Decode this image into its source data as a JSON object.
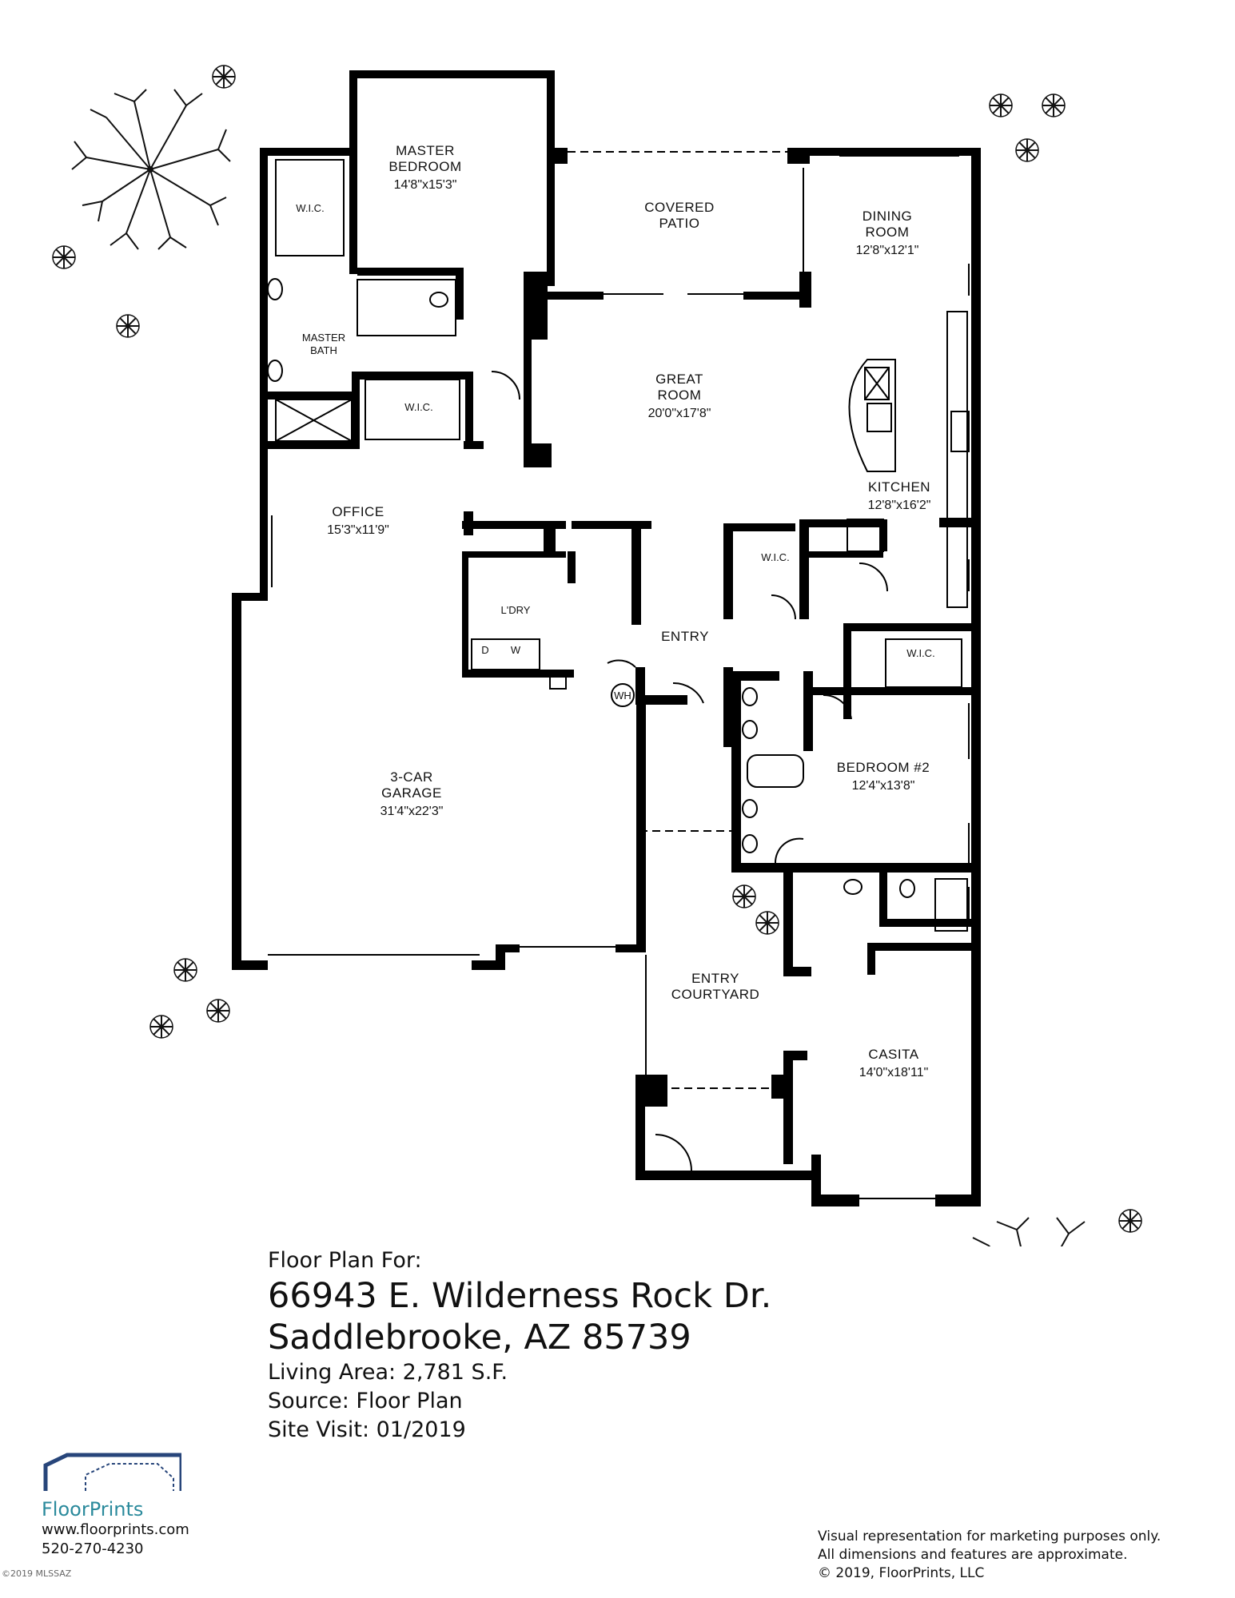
{
  "rooms": {
    "master_bedroom": {
      "name_line1": "MASTER",
      "name_line2": "BEDROOM",
      "dims": "14'8\"x15'3\""
    },
    "wic_master": {
      "name": "W.I.C."
    },
    "master_bath": {
      "name_line1": "MASTER",
      "name_line2": "BATH"
    },
    "wic_bath": {
      "name": "W.I.C."
    },
    "covered_patio": {
      "name_line1": "COVERED",
      "name_line2": "PATIO"
    },
    "dining_room": {
      "name_line1": "DINING",
      "name_line2": "ROOM",
      "dims": "12'8\"x12'1\""
    },
    "great_room": {
      "name_line1": "GREAT",
      "name_line2": "ROOM",
      "dims": "20'0\"x17'8\""
    },
    "kitchen": {
      "name": "KITCHEN",
      "dims": "12'8\"x16'2\""
    },
    "office": {
      "name": "OFFICE",
      "dims": "15'3\"x11'9\""
    },
    "laundry": {
      "name": "L'DRY",
      "dryer": "D",
      "washer": "W"
    },
    "wic_hall": {
      "name": "W.I.C."
    },
    "entry": {
      "name": "ENTRY"
    },
    "water_heater": {
      "name": "WH"
    },
    "wic_bed2": {
      "name": "W.I.C."
    },
    "garage": {
      "name_line1": "3-CAR",
      "name_line2": "GARAGE",
      "dims": "31'4\"x22'3\""
    },
    "bedroom2": {
      "name": "BEDROOM #2",
      "dims": "12'4\"x13'8\""
    },
    "entry_courtyard": {
      "name_line1": "ENTRY",
      "name_line2": "COURTYARD"
    },
    "casita": {
      "name": "CASITA",
      "dims": "14'0\"x18'11\""
    }
  },
  "info": {
    "lead": "Floor Plan For:",
    "address_line1": "66943 E. Wilderness Rock Dr.",
    "address_line2": "Saddlebrooke, AZ  85739",
    "living_area": "Living Area:  2,781 S.F.",
    "source": "Source:  Floor Plan",
    "site_visit": "Site Visit:  01/2019"
  },
  "logo": {
    "brand": "FloorPrints",
    "website": "www.floorprints.com",
    "phone": "520-270-4230"
  },
  "disclaimer": {
    "line1": "Visual representation for marketing purposes only.",
    "line2": "All dimensions and features are approximate.",
    "line3": "© 2019, FloorPrints, LLC"
  },
  "watermark": "©2019 MLSSAZ",
  "colors": {
    "walls": "#000000",
    "brand": "#2b8a9c",
    "logo_house": "#27457a"
  }
}
